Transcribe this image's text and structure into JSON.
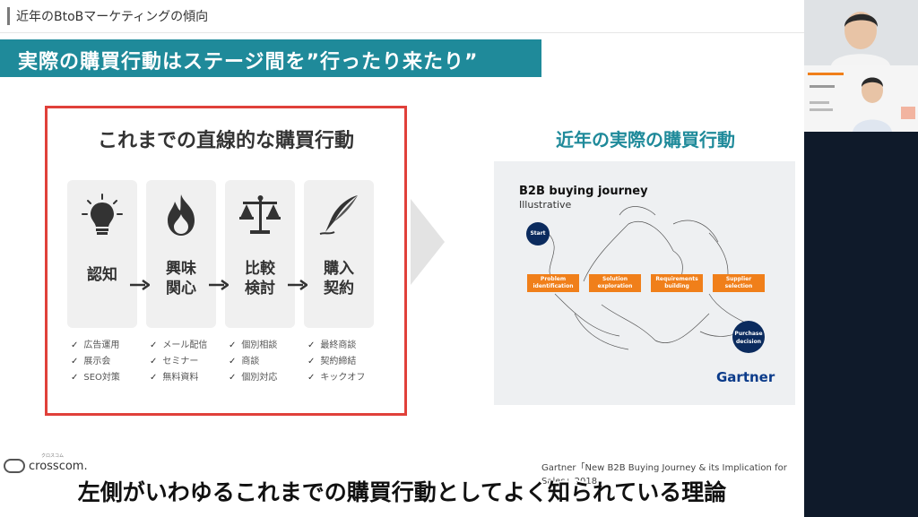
{
  "header": {
    "section_title": "近年のBtoBマーケティングの傾向"
  },
  "banner": {
    "title": "実際の購買行動はステージ間を”行ったり来たり”"
  },
  "left_panel": {
    "heading": "これまでの直線的な購買行動",
    "stages": [
      {
        "label": "認知",
        "icon": "lightbulb-icon",
        "items": [
          "広告運用",
          "展示会",
          "SEO対策"
        ]
      },
      {
        "label": "興味\n関心",
        "icon": "flame-icon",
        "items": [
          "メール配信",
          "セミナー",
          "無料資料"
        ]
      },
      {
        "label": "比較\n検討",
        "icon": "scales-icon",
        "items": [
          "個別相談",
          "商談",
          "個別対応"
        ]
      },
      {
        "label": "購入\n契約",
        "icon": "quill-pen-icon",
        "items": [
          "最終商談",
          "契約締結",
          "キックオフ"
        ]
      }
    ],
    "check_mark": "✓"
  },
  "right_panel": {
    "heading": "近年の実際の購買行動",
    "diagram": {
      "title": "B2B buying journey",
      "subtitle": "Illustrative",
      "start_label": "Start",
      "end_label": "Purchase decision",
      "stages": [
        "Problem identification",
        "Solution exploration",
        "Requirements building",
        "Supplier selection"
      ],
      "brand": "Gartner"
    }
  },
  "footer": {
    "source": "Gartner「New B2B Buying Journey & its Implication for Sales」2018",
    "logo_name": "crosscom.",
    "logo_kana": "クロスコム"
  },
  "subtitle": "左側がいわゆるこれまでの購買行動としてよく知られている理論",
  "colors": {
    "accent_teal": "#1f8a9a",
    "highlight_red": "#e0403a",
    "stage_orange": "#f07f1a",
    "navy": "#0b2b5e"
  }
}
